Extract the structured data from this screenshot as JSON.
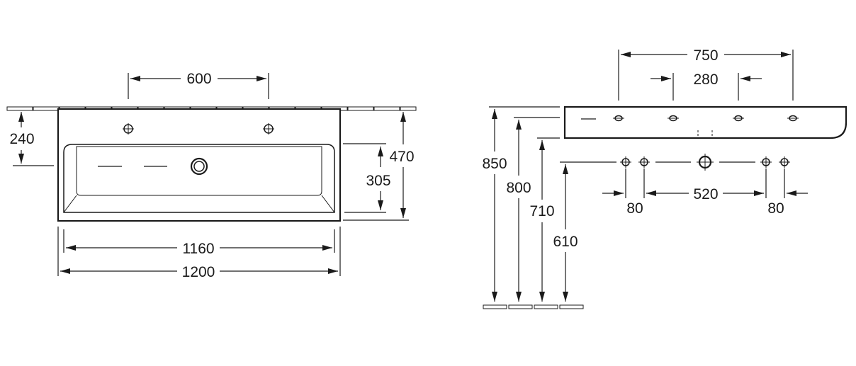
{
  "front_view": {
    "labels": {
      "tap_spacing": "600",
      "tap_height": "240",
      "basin_depth": "305",
      "total_depth": "470",
      "inner_width": "1160",
      "outer_width": "1200"
    }
  },
  "side_view": {
    "labels": {
      "top_span": "750",
      "hole_spacing": "280",
      "height_850": "850",
      "height_800": "800",
      "height_710": "710",
      "height_610": "610",
      "side_left": "80",
      "mid_span": "520",
      "side_right": "80"
    }
  }
}
